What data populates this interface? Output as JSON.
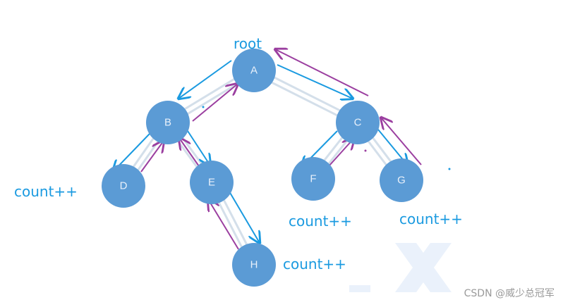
{
  "nodes": [
    {
      "id": "A",
      "label": "A"
    },
    {
      "id": "B",
      "label": "B"
    },
    {
      "id": "C",
      "label": "C"
    },
    {
      "id": "D",
      "label": "D"
    },
    {
      "id": "E",
      "label": "E"
    },
    {
      "id": "F",
      "label": "F"
    },
    {
      "id": "G",
      "label": "G"
    },
    {
      "id": "H",
      "label": "H"
    }
  ],
  "edges": [
    [
      "A",
      "B"
    ],
    [
      "A",
      "C"
    ],
    [
      "B",
      "D"
    ],
    [
      "B",
      "E"
    ],
    [
      "E",
      "H"
    ],
    [
      "C",
      "F"
    ],
    [
      "C",
      "G"
    ]
  ],
  "labels": {
    "root": "root",
    "count_d": "count++",
    "count_f": "count++",
    "count_g": "count++",
    "count_h": "count++"
  },
  "watermark": "CSDN @威少总冠军",
  "colors": {
    "node_fill": "#5b9bd5",
    "down_arrow": "#1a9ae0",
    "up_arrow": "#9b3fa0"
  }
}
